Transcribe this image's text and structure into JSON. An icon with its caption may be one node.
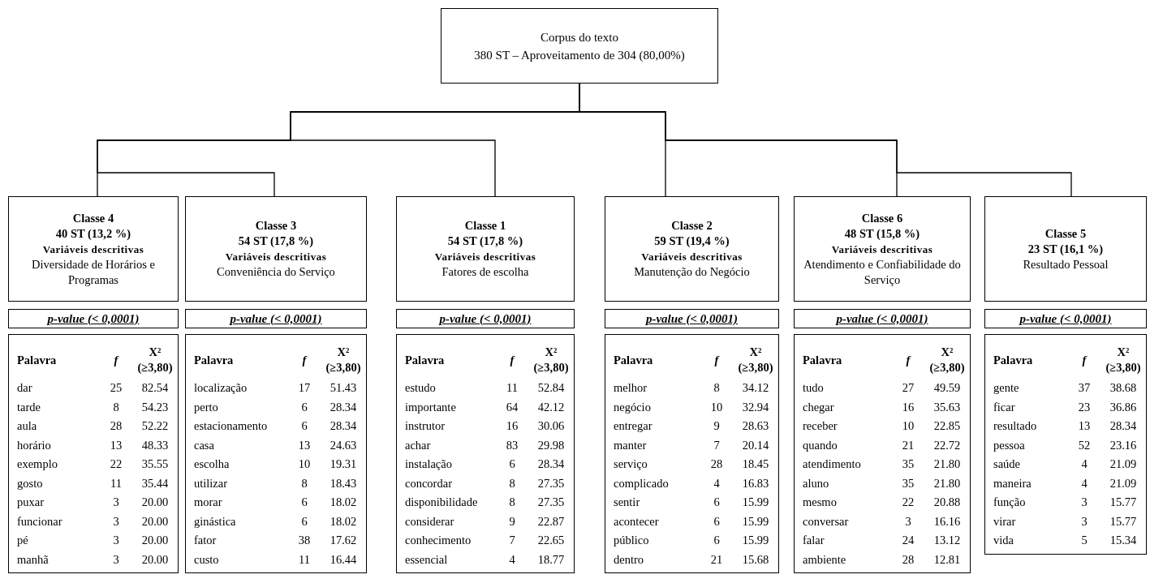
{
  "diagram": {
    "nodes": [
      {
        "text": [
          "Corpus do texto",
          "380 ST – Aproveitamento de 304 (80,00%)"
        ]
      },
      {
        "text": [
          "Classe 4",
          "40 ST (13,2 %)",
          "Variáveis descritivas",
          "Diversidade de Horários e Programas"
        ]
      },
      {
        "text": [
          "Classe 3",
          "54 ST (17,8 %)",
          "Variáveis descritivas",
          "Conveniência do Serviço"
        ]
      },
      {
        "text": [
          "Classe 1",
          "54 ST (17,8 %)",
          "Variáveis descritivas",
          "Fatores de escolha"
        ]
      },
      {
        "text": [
          "Classe 2",
          "59 ST (19,4 %)",
          "Variáveis descritivas",
          "Manutenção do Negócio"
        ]
      },
      {
        "text": [
          "Classe 6",
          "48 ST (15,8 %)",
          "Variáveis descritivas",
          "Atendimento e Confiabilidade do Serviço"
        ]
      },
      {
        "text": [
          "Classe 5",
          "23 ST (16,1 %)",
          "Resultado Pessoal"
        ]
      },
      {
        "text": [
          "p-value (< 0,0001)"
        ]
      },
      {
        "text": [
          "p-value (< 0,0001)"
        ]
      },
      {
        "text": [
          "p-value (< 0,0001)"
        ]
      },
      {
        "text": [
          "p-value (< 0,0001)"
        ]
      },
      {
        "text": [
          "p-value (< 0,0001)"
        ]
      },
      {
        "text": [
          "p-value (< 0,0001)"
        ]
      },
      {
        "text": [
          "Palavra",
          "f",
          "X² (≥3,80)",
          "dar",
          "25",
          "82.54",
          "tarde",
          "8",
          "54.23",
          "aula",
          "28",
          "52.22",
          "horário",
          "13",
          "48.33",
          "exemplo",
          "22",
          "35.55",
          "gosto",
          "11",
          "35.44",
          "puxar",
          "3",
          "20.00",
          "funcionar",
          "3",
          "20.00",
          "pé",
          "3",
          "20.00",
          "manhã",
          "3",
          "20.00"
        ]
      },
      {
        "text": [
          "Palavra",
          "f",
          "X² (≥3,80)",
          "localização",
          "17",
          "51.43",
          "perto",
          "6",
          "28.34",
          "estacionamento",
          "6",
          "28.34",
          "casa",
          "13",
          "24.63",
          "escolha",
          "10",
          "19.31",
          "utilizar",
          "8",
          "18.43",
          "morar",
          "6",
          "18.02",
          "ginástica",
          "6",
          "18.02",
          "fator",
          "38",
          "17.62",
          "custo",
          "11",
          "16.44"
        ]
      },
      {
        "text": [
          "Palavra",
          "f",
          "X² (≥3,80)",
          "estudo",
          "11",
          "52.84",
          "importante",
          "64",
          "42.12",
          "instrutor",
          "16",
          "30.06",
          "achar",
          "83",
          "29.98",
          "instalação",
          "6",
          "28.34",
          "concordar",
          "8",
          "27.35",
          "disponibilidade",
          "8",
          "27.35",
          "considerar",
          "9",
          "22.87",
          "conhecimento",
          "7",
          "22.65",
          "essencial",
          "4",
          "18.77"
        ]
      },
      {
        "text": [
          "Palavra",
          "f",
          "X² (≥3,80)",
          "melhor",
          "8",
          "34.12",
          "negócio",
          "10",
          "32.94",
          "entregar",
          "9",
          "28.63",
          "manter",
          "7",
          "20.14",
          "serviço",
          "28",
          "18.45",
          "complicado",
          "4",
          "16.83",
          "sentir",
          "6",
          "15.99",
          "acontecer",
          "6",
          "15.99",
          "público",
          "6",
          "15.99",
          "dentro",
          "21",
          "15.68"
        ]
      },
      {
        "text": [
          "Palavra",
          "f",
          "X² (≥3,80)",
          "tudo",
          "27",
          "49.59",
          "chegar",
          "16",
          "35.63",
          "receber",
          "10",
          "22.85",
          "quando",
          "21",
          "22.72",
          "atendimento",
          "35",
          "21.80",
          "aluno",
          "35",
          "21.80",
          "mesmo",
          "22",
          "20.88",
          "conversar",
          "3",
          "16.16",
          "falar",
          "24",
          "13.12",
          "ambiente",
          "28",
          "12.81"
        ]
      },
      {
        "text": [
          "Palavra",
          "f",
          "X² (≥3,80)",
          "gente",
          "37",
          "38.68",
          "ficar",
          "23",
          "36.86",
          "resultado",
          "13",
          "28.34",
          "pessoa",
          "52",
          "23.16",
          "saúde",
          "4",
          "21.09",
          "maneira",
          "4",
          "21.09",
          "função",
          "3",
          "15.77",
          "virar",
          "3",
          "15.77",
          "vida",
          "5",
          "15.34"
        ]
      }
    ],
    "edges": [
      {
        "from": 0,
        "to": 1,
        "arrow": "none"
      },
      {
        "from": 0,
        "to": 2,
        "arrow": "none"
      },
      {
        "from": 0,
        "to": 3,
        "arrow": "none"
      },
      {
        "from": 0,
        "to": 4,
        "arrow": "none"
      },
      {
        "from": 0,
        "to": 5,
        "arrow": "none"
      },
      {
        "from": 0,
        "to": 6,
        "arrow": "none"
      }
    ]
  }
}
